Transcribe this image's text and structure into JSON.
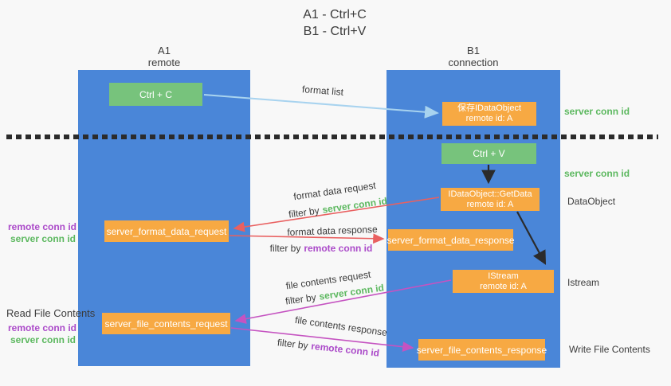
{
  "title": {
    "line1": "A1 - Ctrl+C",
    "line2": "B1 - Ctrl+V"
  },
  "columns": {
    "left": {
      "name": "A1",
      "role": "remote"
    },
    "right": {
      "name": "B1",
      "role": "connection"
    }
  },
  "nodes": {
    "ctrl_c": "Ctrl + C",
    "save_idataobject": {
      "line1": "保存IDataObject",
      "line2": "remote id: A"
    },
    "ctrl_v": "Ctrl + V",
    "getdata": {
      "line1": "IDataObject::GetData",
      "line2": "remote id: A"
    },
    "format_request": "server_format_data_request",
    "format_response": "server_format_data_response",
    "istream": {
      "line1": "IStream",
      "line2": "remote id: A"
    },
    "file_request": "server_file_contents_request",
    "file_response": "server_file_contents_response"
  },
  "arrow_labels": {
    "format_list": "format list",
    "format_data_request": "format data request",
    "format_data_response": "format data response",
    "file_contents_request": "file contents request",
    "file_contents_response": "file contents response",
    "filter_by": "filter by",
    "server_conn_id": "server conn id",
    "remote_conn_id": "remote conn id"
  },
  "side_labels": {
    "server_conn_id_top": "server conn id",
    "server_conn_id_mid": "server conn id",
    "dataobject": "DataObject",
    "istream": "Istream",
    "write_file_contents": "Write File Contents",
    "read_file_contents": "Read File Contents",
    "remote_conn_id": "remote conn id",
    "server_conn_id": "server conn id"
  },
  "colors": {
    "background": "#f8f8f8",
    "column_blue": "#4a86d8",
    "node_green": "#77c37c",
    "node_orange": "#f7a943",
    "conn_id_green": "#5cb85f",
    "conn_id_purple": "#ab4ac9",
    "arrow_red": "#e96060",
    "arrow_magenta": "#c553c1",
    "arrow_blue": "#a8d3ef",
    "arrow_black": "#2b2b2b",
    "text_dark": "#3b3b3b"
  }
}
